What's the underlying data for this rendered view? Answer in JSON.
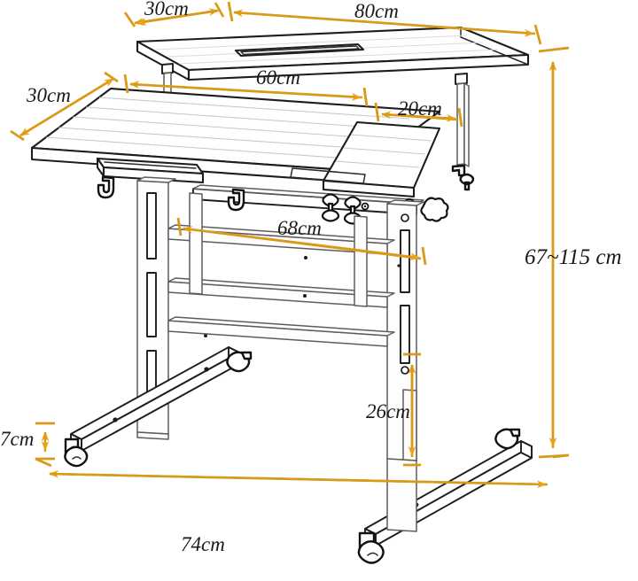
{
  "document": {
    "title": "Adjustable Height Rolling Laptop Desk - Dimension Drawing",
    "drawing_type": "technical line drawing",
    "units": "cm",
    "line_color": "#1d1d1d",
    "dimension_color": "#d99a19",
    "background_color": "#ffffff"
  },
  "dimensions": {
    "top_shelf_depth": "30cm",
    "top_shelf_width": "80cm",
    "desktop_depth": "30cm",
    "top_shelf_inner_width": "60cm",
    "right_offset": "20cm",
    "frame_width": "68cm",
    "height_range": "67~115 cm",
    "lower_bar_height": "26cm",
    "foot_height": "7cm",
    "base_width": "74cm"
  },
  "labels": [
    {
      "id": "depth-top",
      "text": "30cm"
    },
    {
      "id": "width-top",
      "text": "80cm"
    },
    {
      "id": "depth-desk",
      "text": "30cm"
    },
    {
      "id": "width-inner",
      "text": "60cm"
    },
    {
      "id": "offset-right",
      "text": "20cm"
    },
    {
      "id": "width-frame",
      "text": "68cm"
    },
    {
      "id": "height-range",
      "text": "67~115 cm"
    },
    {
      "id": "height-lower-bar",
      "text": "26cm"
    },
    {
      "id": "height-foot",
      "text": "7cm"
    },
    {
      "id": "width-base",
      "text": "74cm"
    }
  ],
  "parts": {
    "top_shelf": "upper monitor shelf with cable slot",
    "desktop": "main desktop with tilting left panel",
    "stopper_bar": "ledge stopper bar on tilt panel",
    "tilt_panel": "angled tilt panel",
    "column": "telescoping height adjustment column",
    "frame": "tubular steel frame",
    "base": "T-shaped rolling base",
    "casters": "four swivel casters",
    "knobs": "adjustment knobs and clamps"
  }
}
